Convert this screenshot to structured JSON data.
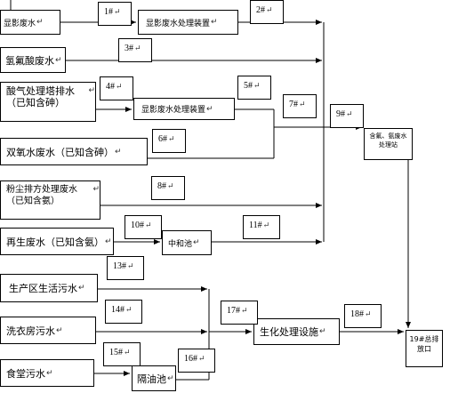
{
  "sources": {
    "s1": "显影废水",
    "s2": "氢氟酸废水",
    "s3": "酸气处理塔排水（已知含砷）",
    "s4": "双氧水废水（已知含砷）",
    "s5": "粉尘排方处理废水（已知含氨）",
    "s6": "再生废水（已知含氨）",
    "s7": "生产区生活污水",
    "s8": "洗衣房污水",
    "s9": "食堂污水"
  },
  "units": {
    "develop1": "显影废水处理装置",
    "develop2": "显影废水处理装置",
    "neutral": "中和池",
    "fluoride": "含氟、氨废水处理站",
    "grease": "隔油池",
    "bio": "生化处理设施",
    "outfall": "19#总排放口"
  },
  "points": {
    "p1": "1#",
    "p2": "2#",
    "p3": "3#",
    "p4": "4#",
    "p5": "5#",
    "p6": "6#",
    "p7": "7#",
    "p8": "8#",
    "p9": "9#",
    "p10": "10#",
    "p11": "11#",
    "p13": "13#",
    "p14": "14#",
    "p15": "15#",
    "p16": "16#",
    "p17": "17#",
    "p18": "18#"
  },
  "mark": "↵"
}
